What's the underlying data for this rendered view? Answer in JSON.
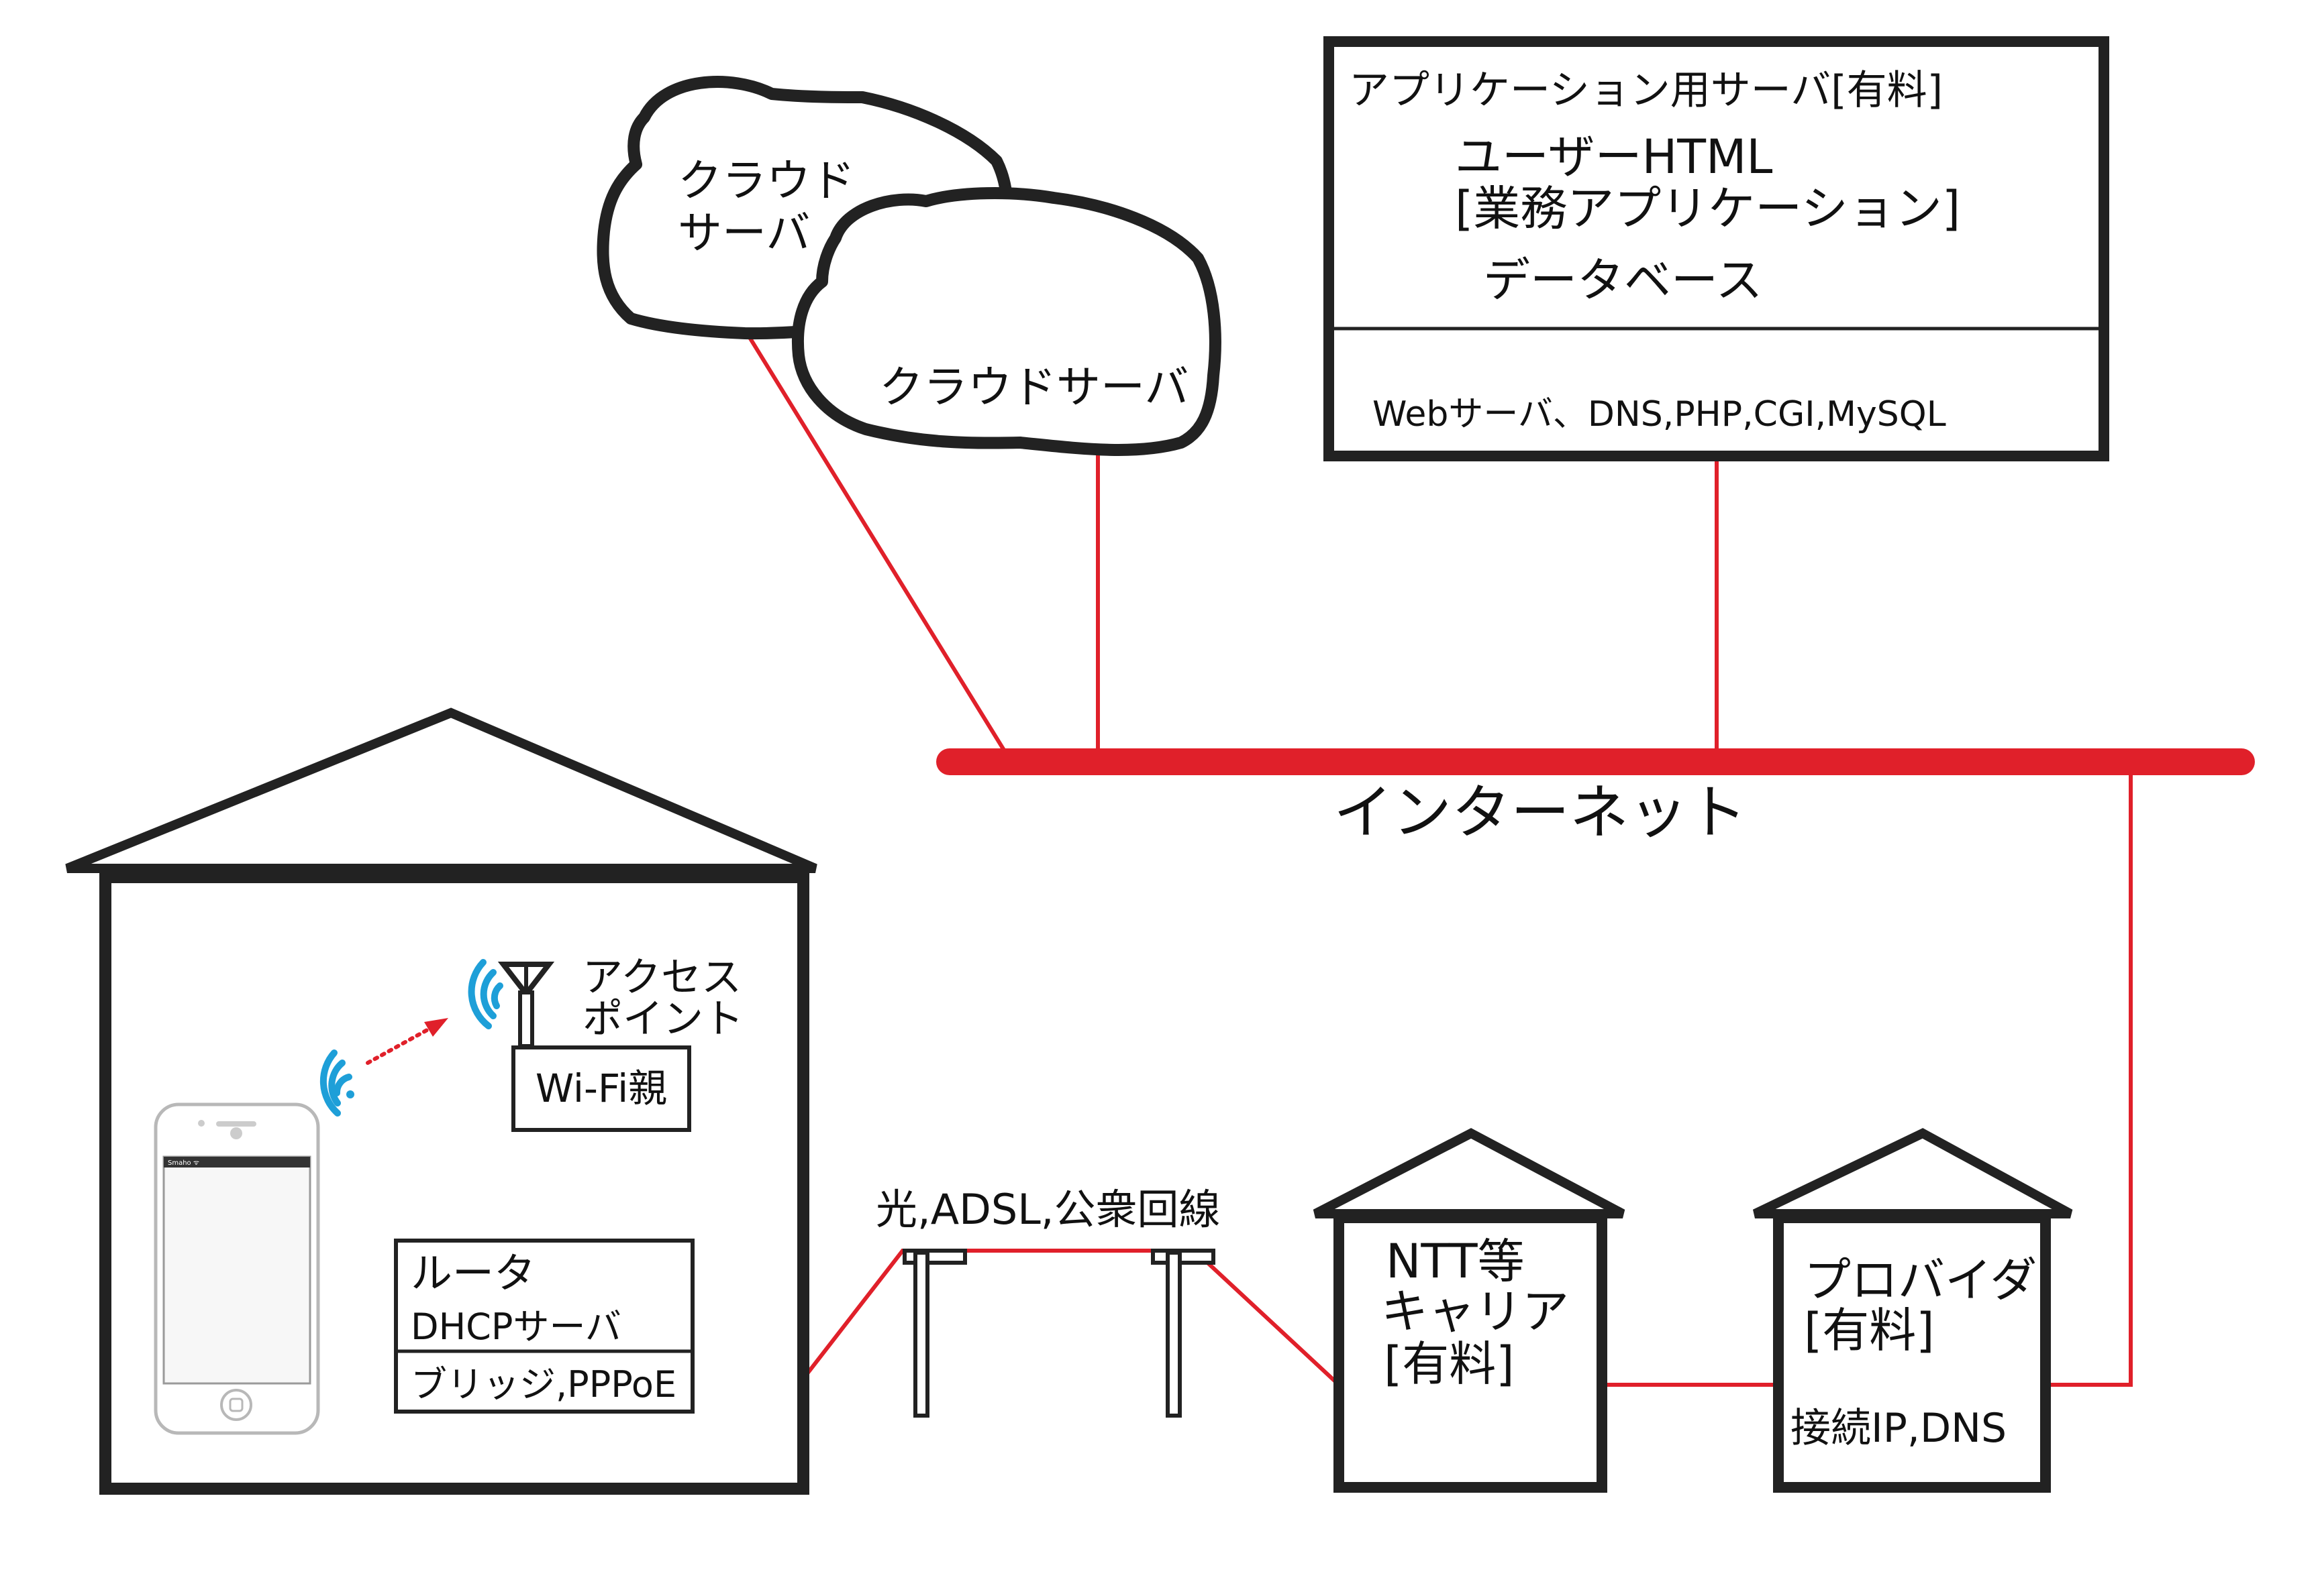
{
  "colors": {
    "stroke": "#222222",
    "line": "#e0202a",
    "wifi": "#1e9fd8",
    "phone": "#b8b8b8"
  },
  "clouds": {
    "back": {
      "line1": "クラウド",
      "line2": "サーバ"
    },
    "front": {
      "label": "クラウドサーバ"
    }
  },
  "app_server": {
    "title": "アプリケーション用サーバ[有料]",
    "item1": "ユーザーHTML",
    "item2": "[業務アプリケーション]",
    "item3": "データベース",
    "services": "Webサーバ、DNS,PHP,CGI,MySQL"
  },
  "internet": {
    "label": "インターネット"
  },
  "home": {
    "access_point": {
      "line1": "アクセス",
      "line2": "ポイント",
      "box": "Wi-Fi親"
    },
    "router": {
      "title": "ルータ",
      "dhcp": "DHCPサーバ",
      "bridge": "ブリッジ,PPPoE"
    },
    "phone": {
      "status": "Smaho ᯤ"
    }
  },
  "line_label": "光,ADSL,公衆回線",
  "carrier": {
    "line1": "NTT等",
    "line2": "キャリア",
    "line3": "[有料]"
  },
  "provider": {
    "line1": "プロバイダ",
    "line2": "[有料]",
    "line3": "接続IP,DNS"
  },
  "icons": {
    "antenna": "antenna-icon",
    "wifi_ap": "wifi-signal-icon",
    "wifi_phone": "wifi-signal-icon",
    "transmit_arrow": "dotted-arrow-icon",
    "poles": "utility-pole-icon"
  }
}
